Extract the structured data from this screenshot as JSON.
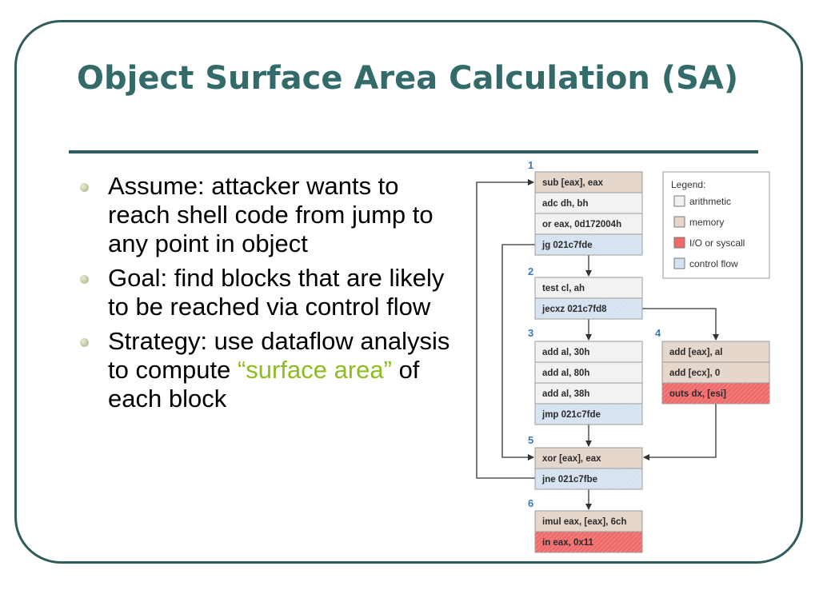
{
  "slide": {
    "title": "Object Surface Area Calculation (SA)",
    "bullets": [
      {
        "text": "Assume: attacker wants to reach shell code from jump to any point in object"
      },
      {
        "text": "Goal: find blocks that are likely to be reached via control flow"
      },
      {
        "text_before": "Strategy: use dataflow analysis to compute ",
        "highlight": "“surface area”",
        "text_after": " of each block"
      }
    ]
  },
  "diagram": {
    "colors": {
      "arithmetic": "#f2f2f2",
      "memory": "#e6d7cd",
      "io_syscall": "#f06a6a",
      "control_flow": "#d5e2f1",
      "block_number": "#3b78c0",
      "arrow": "#333333"
    },
    "legend": {
      "title": "Legend:",
      "items": [
        {
          "label": "arithmetic",
          "kind": "arithmetic"
        },
        {
          "label": "memory",
          "kind": "memory"
        },
        {
          "label": "I/O or syscall",
          "kind": "io_syscall"
        },
        {
          "label": "control flow",
          "kind": "control_flow"
        }
      ]
    },
    "blocks": [
      {
        "number": "1",
        "instructions": [
          {
            "text": "sub [eax], eax",
            "kind": "memory"
          },
          {
            "text": "adc dh, bh",
            "kind": "arithmetic"
          },
          {
            "text": "or eax, 0d172004h",
            "kind": "arithmetic"
          },
          {
            "text": "jg 021c7fde",
            "kind": "control_flow"
          }
        ]
      },
      {
        "number": "2",
        "instructions": [
          {
            "text": "test cl, ah",
            "kind": "arithmetic"
          },
          {
            "text": "jecxz 021c7fd8",
            "kind": "control_flow"
          }
        ]
      },
      {
        "number": "3",
        "instructions": [
          {
            "text": "add al, 30h",
            "kind": "arithmetic"
          },
          {
            "text": "add al, 80h",
            "kind": "arithmetic"
          },
          {
            "text": "add al, 38h",
            "kind": "arithmetic"
          },
          {
            "text": "jmp 021c7fde",
            "kind": "control_flow"
          }
        ]
      },
      {
        "number": "4",
        "instructions": [
          {
            "text": "add [eax], al",
            "kind": "memory"
          },
          {
            "text": "add [ecx], 0",
            "kind": "memory"
          },
          {
            "text": "outs dx, [esi]",
            "kind": "io_syscall"
          }
        ]
      },
      {
        "number": "5",
        "instructions": [
          {
            "text": "xor [eax], eax",
            "kind": "memory"
          },
          {
            "text": "jne 021c7fbe",
            "kind": "control_flow"
          }
        ]
      },
      {
        "number": "6",
        "instructions": [
          {
            "text": "imul eax, [eax], 6ch",
            "kind": "memory"
          },
          {
            "text": "in eax, 0x11",
            "kind": "io_syscall"
          }
        ]
      }
    ]
  }
}
